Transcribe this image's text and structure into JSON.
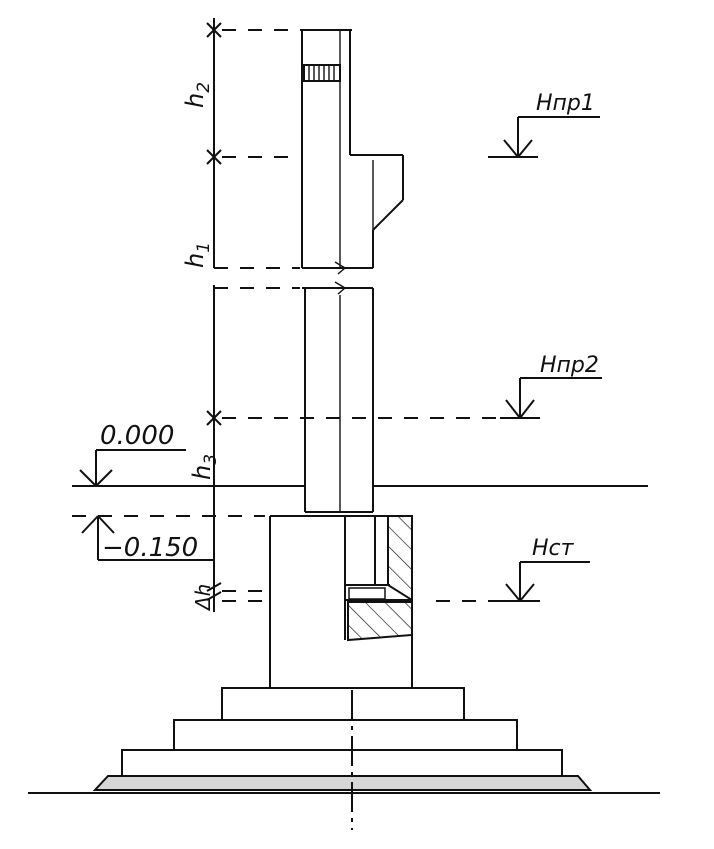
{
  "labels": {
    "h2": "h",
    "h2_sub": "2",
    "h1": "h",
    "h1_sub": "1",
    "h3": "h",
    "h3_sub": "3",
    "dh": "Δh",
    "npr1": "Hпр1",
    "npr2": "Hпр2",
    "nst": "Hст",
    "level_zero": "0.000",
    "level_minus": "−0.150"
  }
}
